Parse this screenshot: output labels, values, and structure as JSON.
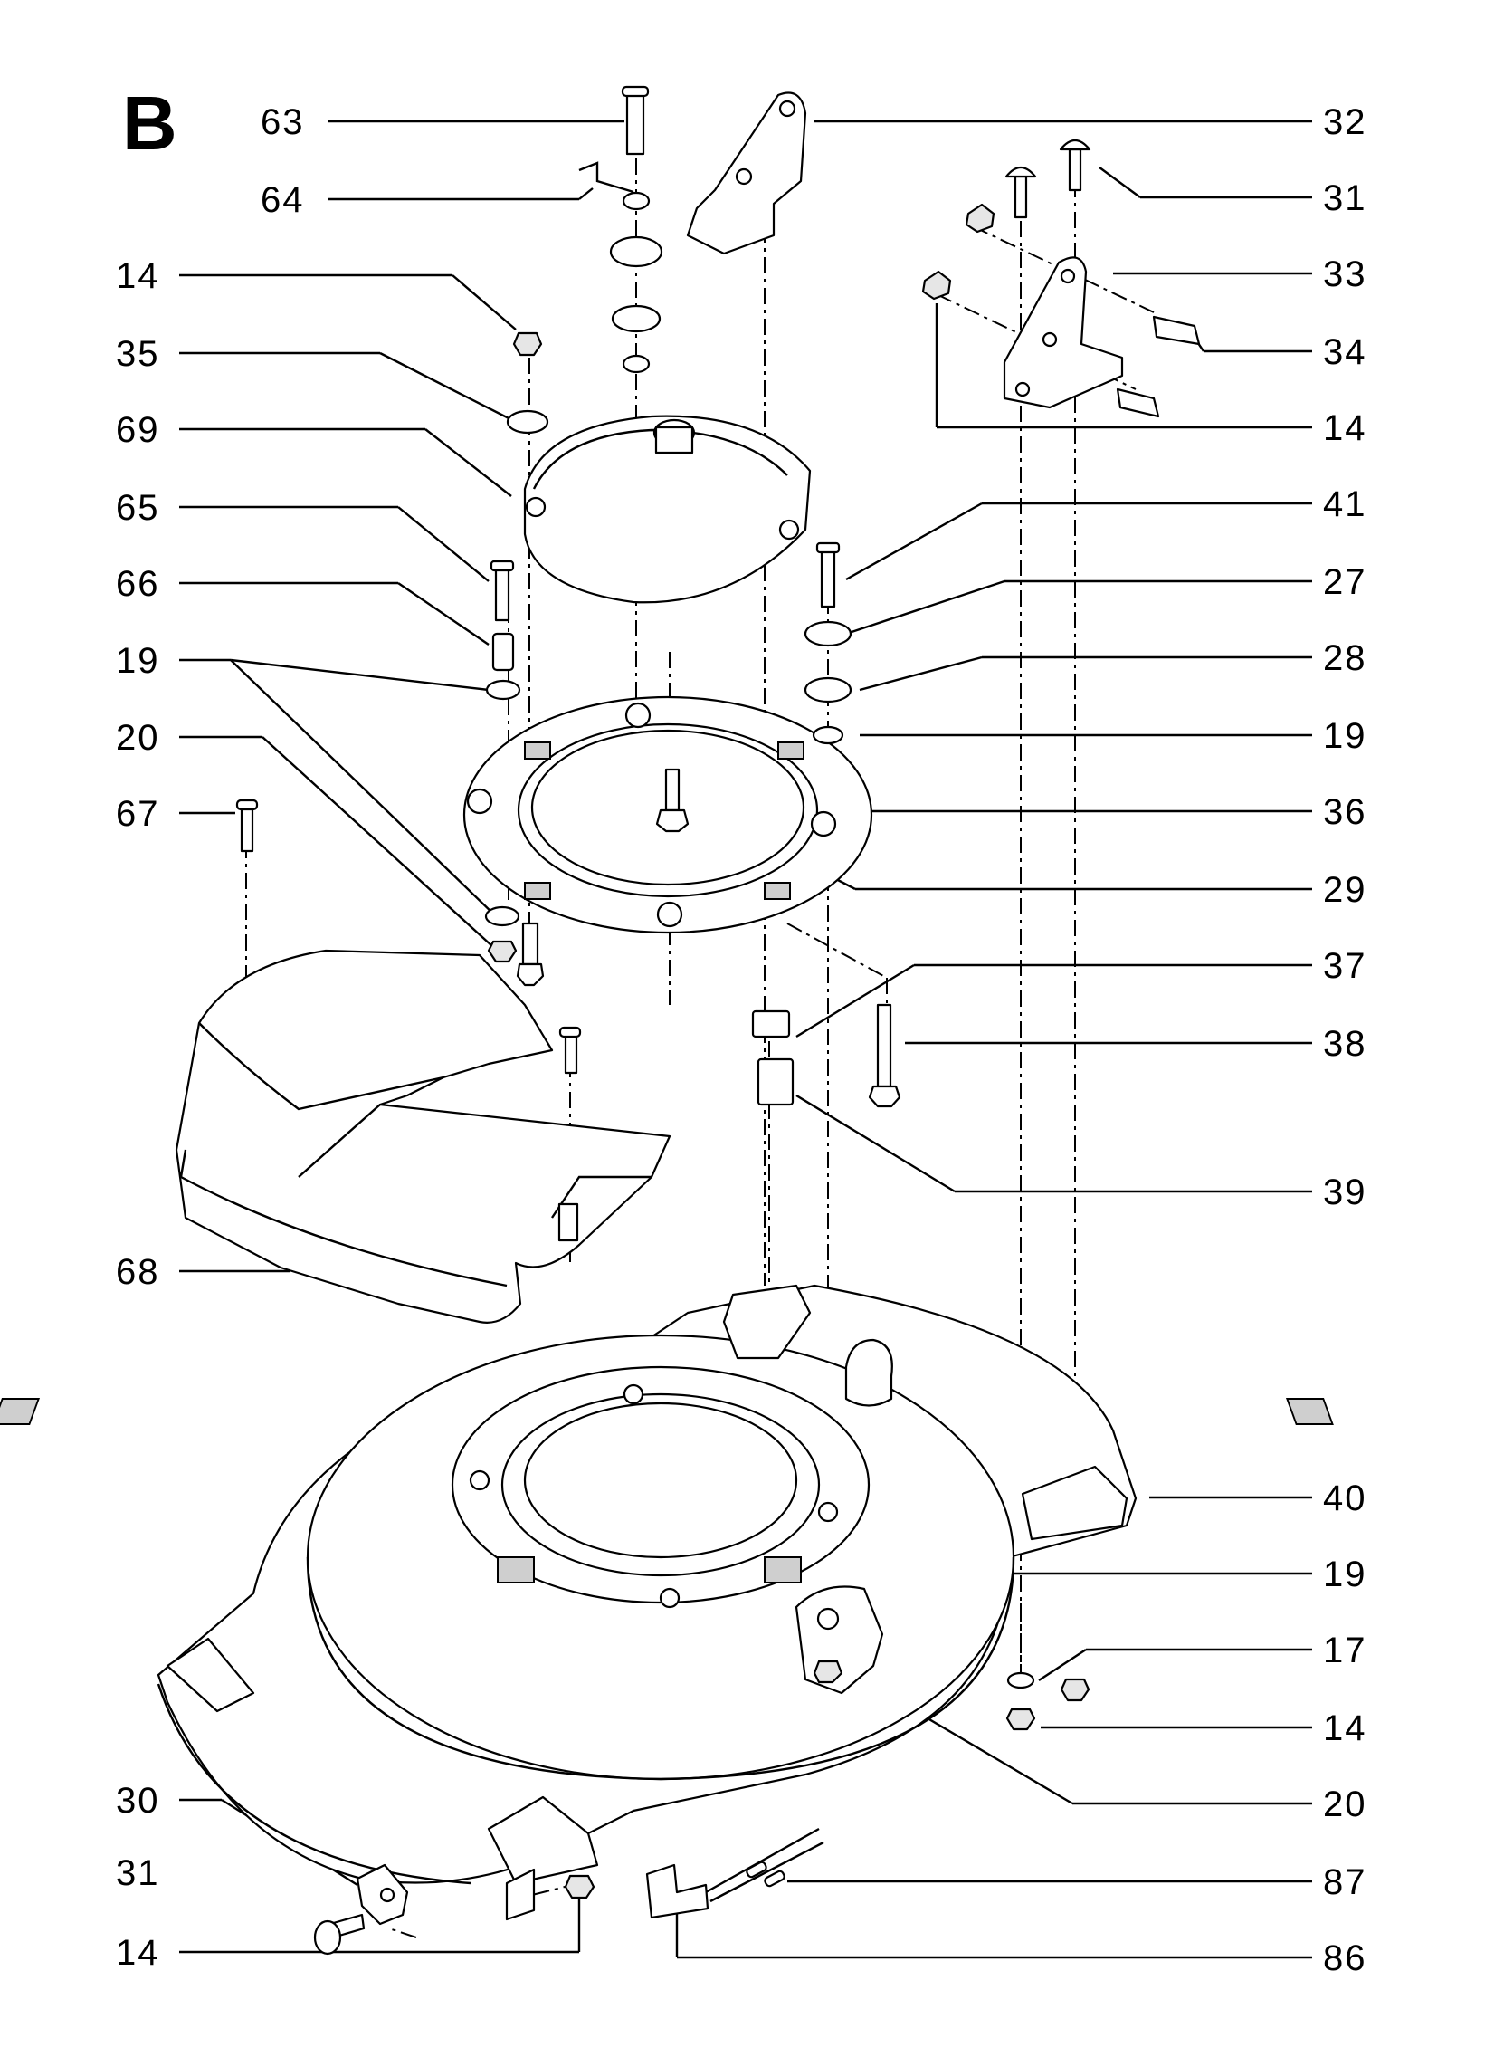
{
  "section_letter": "B",
  "left_labels": [
    "63",
    "64",
    "14",
    "35",
    "69",
    "65",
    "66",
    "19",
    "20",
    "67",
    "68",
    "30",
    "31",
    "14"
  ],
  "right_labels": [
    "32",
    "31",
    "33",
    "34",
    "14",
    "41",
    "27",
    "28",
    "19",
    "36",
    "29",
    "37",
    "38",
    "39",
    "40",
    "19",
    "17",
    "14",
    "20",
    "87",
    "86"
  ]
}
